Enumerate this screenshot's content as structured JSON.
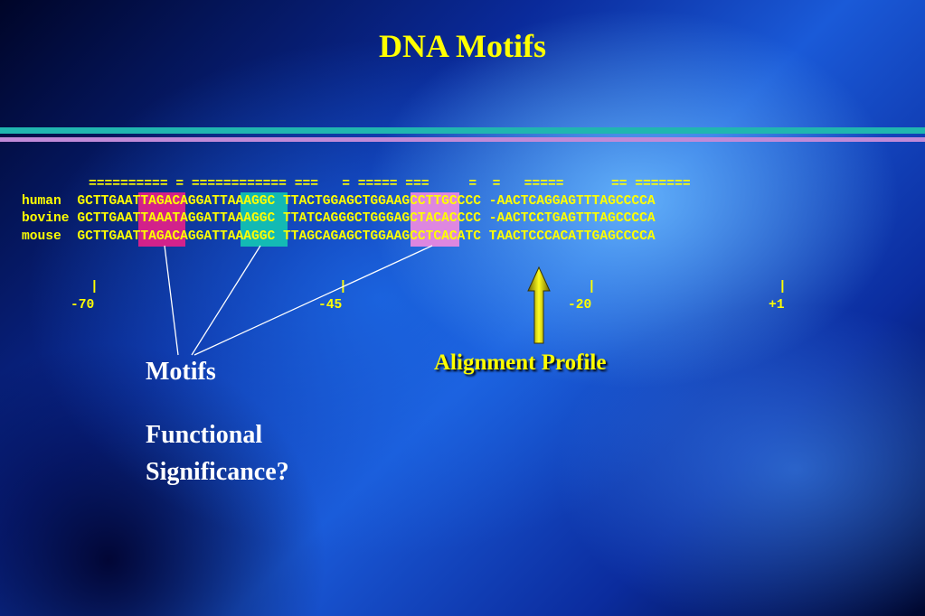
{
  "slide": {
    "title": "DNA Motifs"
  },
  "alignment": {
    "conservation": "========== = ============ ===   = ===== ===     =  =   =====      == =======",
    "rows": [
      {
        "species": "human ",
        "sequence": "GCTTGAATTAGACAGGATTAAAGGC TTACTGGAGCTGGAAGCCTTGCCCC -AACTCAGGAGTTTAGCCCCA"
      },
      {
        "species": "bovine",
        "sequence": "GCTTGAATTAAATAGGATTAAAGGC TTATCAGGGCTGGGAGCTACACCCC -AACTCCTGAGTTTAGCCCCA"
      },
      {
        "species": "mouse ",
        "sequence": "GCTTGAATTAGACAGGATTAAAGGC TTAGCAGAGCTGGAAGCCTCACATC TAACTCCCACATTGAGCCCCA"
      }
    ],
    "positions": [
      "-70",
      "-45",
      "-20",
      "+1"
    ],
    "tick_mark": "|"
  },
  "labels": {
    "motifs": "Motifs",
    "functional_line1": "Functional",
    "functional_line2": "Significance?",
    "alignment_profile": "Alignment Profile"
  },
  "colors": {
    "title": "#ffff00",
    "motif_red": "#e8208a",
    "motif_cyan": "#14c6b4",
    "motif_pink": "#f28ae0"
  }
}
